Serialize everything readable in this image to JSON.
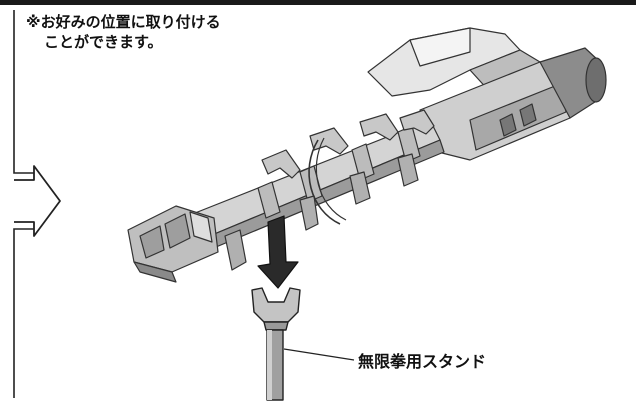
{
  "note": {
    "line1": "※お好みの位置に取り付ける",
    "line2": "ことができます。"
  },
  "callout": {
    "label": "無限拳用スタンド"
  },
  "icons": [
    "arrow-right-icon",
    "arrow-down-icon"
  ],
  "colors": {
    "ink": "#111111",
    "metal_light": "#d9d9d9",
    "metal_mid": "#a6a6a6",
    "metal_dark": "#5a5a5a",
    "arrow_fill": "#2a2a2a"
  }
}
